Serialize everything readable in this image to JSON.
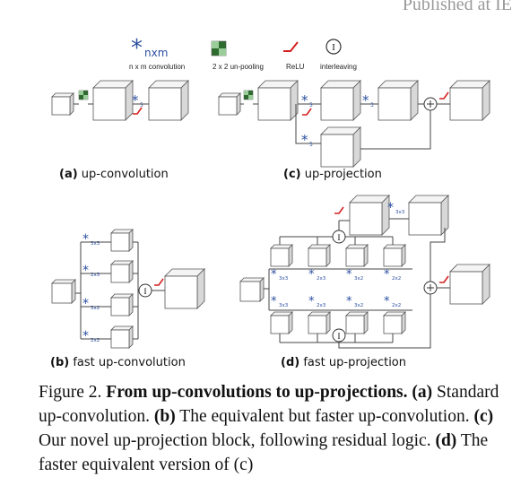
{
  "header": {
    "text": "Published at IE"
  },
  "legend": {
    "conv_symbol": "nxm",
    "conv_label": "n x m convolution",
    "unpool_label": "2 x 2 un-pooling",
    "relu_label": "ReLU",
    "interleave_symbol": "I",
    "interleave_label": "interleaving"
  },
  "diagrams": {
    "a": {
      "letter": "(a)",
      "title": "up-convolution",
      "kernel": "5"
    },
    "b": {
      "letter": "(b)",
      "title": "fast up-convolution",
      "kernels": [
        "3x3",
        "2x3",
        "3x2",
        "2x2"
      ]
    },
    "c": {
      "letter": "(c)",
      "title": "up-projection",
      "kernels": [
        "5",
        "3",
        "5"
      ]
    },
    "d": {
      "letter": "(d)",
      "title": "fast up-projection",
      "top_kernel": "3x3",
      "kernels": [
        "3x3",
        "2x3",
        "3x2",
        "2x2"
      ]
    }
  },
  "caption": {
    "fig": "Figure 2.",
    "title": "From up-convolutions to up-projections.",
    "a_letter": "(a)",
    "a_text": "Standard up-convolution.",
    "b_letter": "(b)",
    "b_text": "The equivalent but faster up-convolution.",
    "c_letter": "(c)",
    "c_text": "Our novel up-projection block, following residual logic.",
    "d_letter": "(d)",
    "d_text": "The faster equivalent version of (c)"
  }
}
